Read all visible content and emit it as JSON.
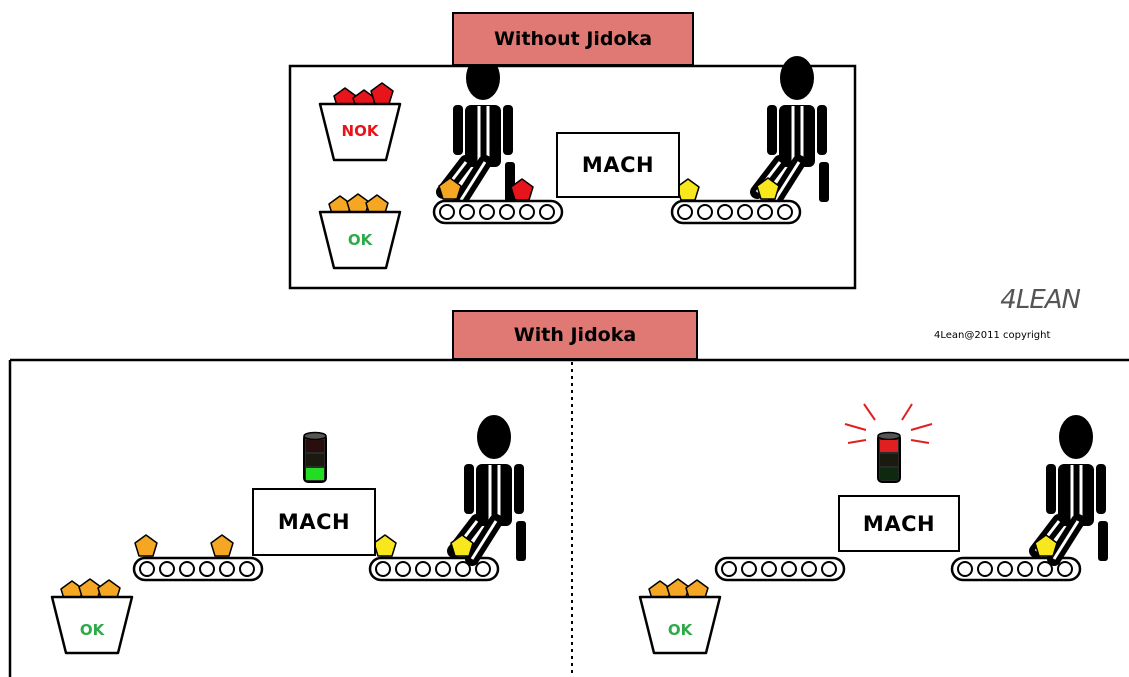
{
  "top_panel": {
    "title": "Without Jidoka",
    "machine_label": "MACH"
  },
  "bottom_panel": {
    "title": "With Jidoka",
    "left_machine_label": "MACH",
    "right_machine_label": "MACH"
  },
  "bins": {
    "nok_label": "NOK",
    "ok_label": "OK"
  },
  "branding": {
    "logo": "4LEAN",
    "copyright": "4Lean@2011 copyright"
  },
  "colors": {
    "title_fill": "#e07874",
    "ok_text": "#2eaa4a",
    "nok_text": "#e8141b",
    "good_part_orange": "#f5a623",
    "good_part_yellow": "#f8e71c",
    "bad_part_red": "#e8141b",
    "light_green": "#22dd22",
    "light_red": "#e02020"
  },
  "icons": [
    "worker-icon",
    "conveyor-icon",
    "bin-icon",
    "andon-light-icon",
    "part-icon"
  ]
}
